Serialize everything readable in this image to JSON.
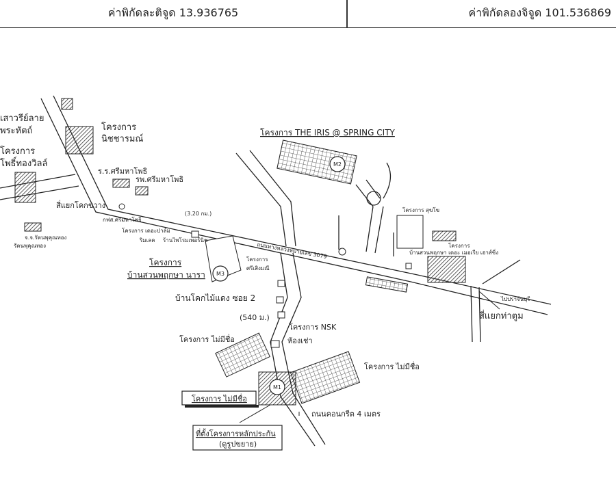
{
  "header": {
    "latitude": "ค่าพิกัดละติจูด 13.936765",
    "longitude": "ค่าพิกัดลองจิจูด 101.536869"
  },
  "map": {
    "labels": {
      "iris": "โครงการ THE IRIS @ SPRING CITY",
      "nitcharamon_1": "โครงการ",
      "nitcharamon_2": "นิชชารมณ์",
      "left_top_1": "เสาวรีย์ลาย",
      "left_top_2": "พระหัตถ์",
      "left_mid_1": "โครงการ",
      "left_mid_2": "โพธิ์ทองวิลล์",
      "rr_school": "ร.ร.ศรีมหาโพธิ",
      "hospital": "รพ.ศรีมหาโพธิ",
      "junction_left": "สี่แยกโคกขวาง",
      "distance_320": "(3.20 กม.)",
      "kps": "กฟส.ศรีมหาโพธิ",
      "housing_1": "โครงการ เดอะปาล์ม",
      "housing_2": "ริมเลค",
      "shop": "ร้านไพโรมเพอร์นิช",
      "rattanapukhuntong_1": "จ.จ.รัตนพุคุณทอง",
      "rattanapukhuntong_2": "รัตนพุคุณทอง",
      "suanphuksa_1": "โครงการ",
      "suanphuksa_2": "บ้านสวนพฤกษา นารา",
      "ban_khok": "บ้านโคกไม้แดง ซอย 2",
      "distance_540": "(540 ม.)",
      "nsk_1": "โครงการ NSK",
      "nsk_2": "ห้องเช่า",
      "srisirisamai_1": "โครงการ",
      "srisirisamai_2": "ศรีเสิงมณี",
      "no_name_left": "โครงการ ไม่มีชื่อ",
      "no_name_right": "โครงการ ไม่มีชื่อ",
      "no_name_box": "โครงการ ไม่มีชื่อ",
      "concrete_road": "ถนนคอนกรีต 4 เมตร",
      "location_1": "ที่ตั้งโครงการหลักประกัน",
      "location_2": "(ดูรูปขยาย)",
      "junction_right": "สี่แยกท่าตูม",
      "to_prachinburi": "ไปปราจีนบุรี",
      "suwan": "โครงการ สุขโข",
      "right_housing_1": "โครงการ",
      "right_housing_2": "บ้านสวนพฤกษา เดอะ เมอเรีย เฮาส์ซิ่ง",
      "road_label": "ถนนทางหลวงหมายเลข 3079",
      "marker_m1": "M1",
      "marker_m2": "M2",
      "marker_m3": "M3"
    }
  }
}
